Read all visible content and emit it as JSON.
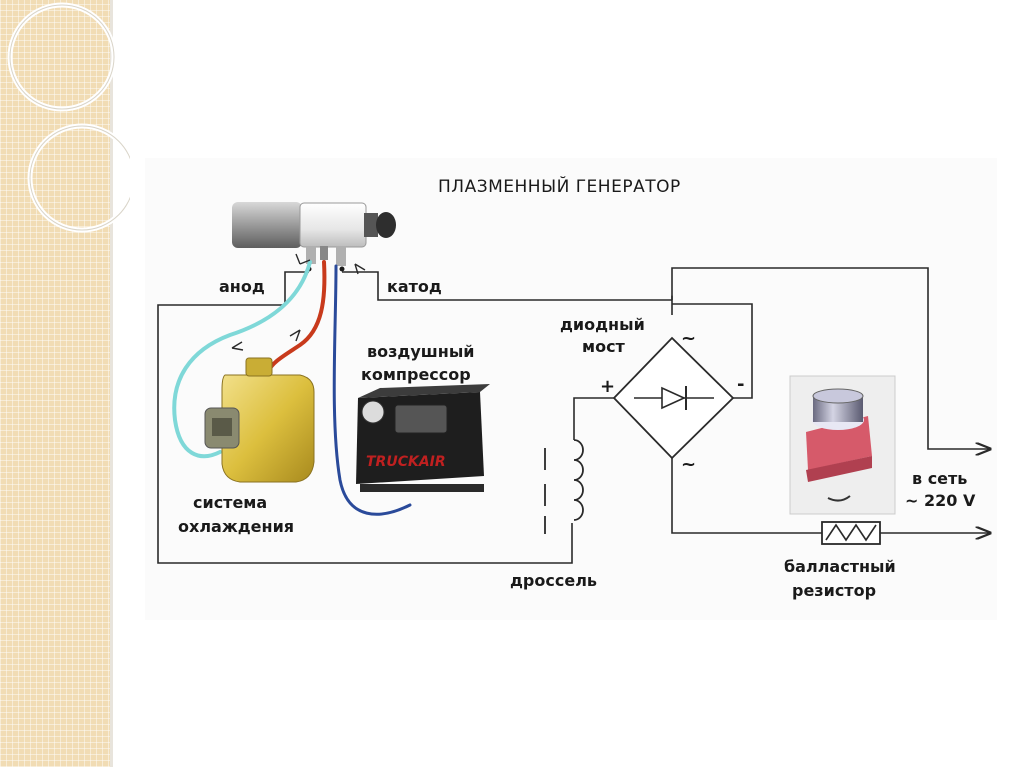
{
  "title": "ПЛАЗМЕННЫЙ ГЕНЕРАТОР",
  "labels": {
    "anode": "анод",
    "cathode": "катод",
    "diode_bridge_1": "диодный",
    "diode_bridge_2": "мост",
    "compressor_1": "воздушный",
    "compressor_2": "компрессор",
    "cooling_1": "система",
    "cooling_2": "охлаждения",
    "choke": "дроссель",
    "resistor_1": "балластный",
    "resistor_2": "резистор",
    "mains_1": "в сеть",
    "mains_2": "~ 220 V",
    "plus": "+",
    "minus": "-",
    "ac_top": "~",
    "ac_bottom": "~",
    "compressor_brand": "TRUCKAIR"
  },
  "colors": {
    "wire": "#2a2a2a",
    "cooling_hose": "#7fd8d8",
    "red_hose": "#c83a1c",
    "blue_hose": "#2a4a9a",
    "canister": "#e0c44a"
  }
}
